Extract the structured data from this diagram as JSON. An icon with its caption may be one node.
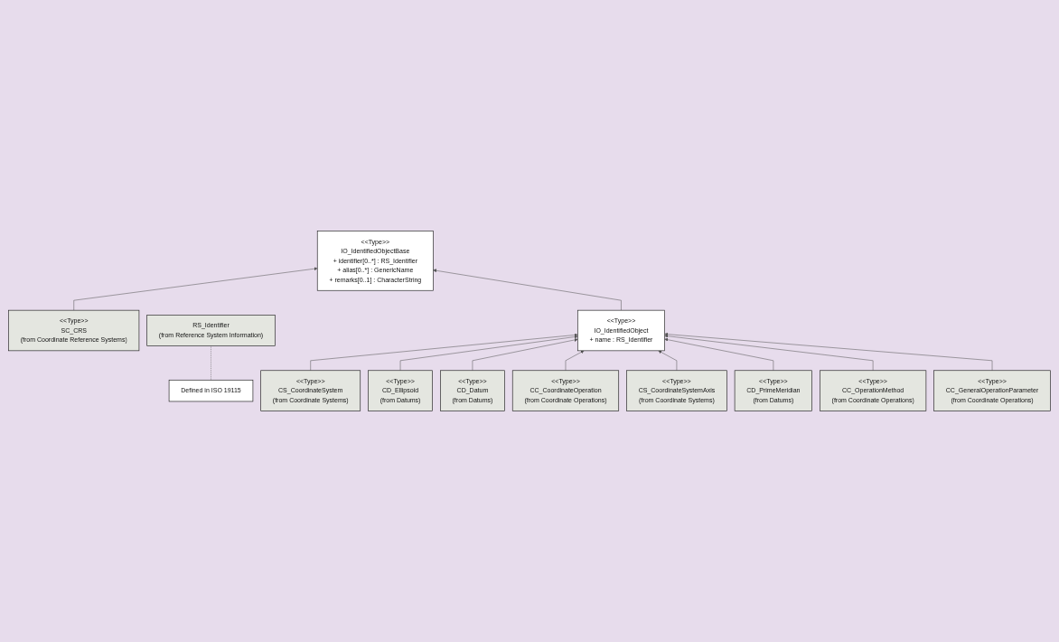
{
  "diagram": {
    "nodes": [
      {
        "text": [
          "<<Type>>",
          "IO_IdentifiedObjectBase",
          "+ identifier[0..*] : RS_Identifier",
          "+ alias[0..*] : GenericName",
          "+ remarks[0..1] : CharacterString"
        ]
      },
      {
        "text": [
          "<<Type>>",
          "SC_CRS",
          "(from Coordinate Reference Systems)"
        ]
      },
      {
        "text": [
          "RS_Identifier",
          "(from Reference System Information)"
        ]
      },
      {
        "text": [
          "Defined in ISO 19115"
        ]
      },
      {
        "text": [
          "<<Type>>",
          "IO_IdentifiedObject",
          "+ name : RS_Identifier"
        ]
      },
      {
        "text": [
          "<<Type>>",
          "CS_CoordinateSystem",
          "(from Coordinate Systems)"
        ]
      },
      {
        "text": [
          "<<Type>>",
          "CD_Ellipsoid",
          "(from Datums)"
        ]
      },
      {
        "text": [
          "<<Type>>",
          "CD_Datum",
          "(from Datums)"
        ]
      },
      {
        "text": [
          "<<Type>>",
          "CC_CoordinateOperation",
          "(from Coordinate Operations)"
        ]
      },
      {
        "text": [
          "<<Type>>",
          "CS_CoordinateSystemAxis",
          "(from Coordinate Systems)"
        ]
      },
      {
        "text": [
          "<<Type>>",
          "CD_PrimeMeridian",
          "(from Datums)"
        ]
      },
      {
        "text": [
          "<<Type>>",
          "CC_OperationMethod",
          "(from Coordinate Operations)"
        ]
      },
      {
        "text": [
          "<<Type>>",
          "CC_GeneralOperationParameter",
          "(from Coordinate Operations)"
        ]
      }
    ],
    "edges": [
      {
        "from": 1,
        "to": 0,
        "arrow": "to"
      },
      {
        "from": 4,
        "to": 0,
        "arrow": "to"
      },
      {
        "from": 2,
        "to": 3,
        "arrow": "none",
        "style": "dashed"
      },
      {
        "from": 5,
        "to": 4,
        "arrow": "to"
      },
      {
        "from": 6,
        "to": 4,
        "arrow": "to"
      },
      {
        "from": 7,
        "to": 4,
        "arrow": "to"
      },
      {
        "from": 8,
        "to": 4,
        "arrow": "to"
      },
      {
        "from": 9,
        "to": 4,
        "arrow": "to"
      },
      {
        "from": 10,
        "to": 4,
        "arrow": "to"
      },
      {
        "from": 11,
        "to": 4,
        "arrow": "to"
      },
      {
        "from": 12,
        "to": 4,
        "arrow": "to"
      }
    ]
  }
}
